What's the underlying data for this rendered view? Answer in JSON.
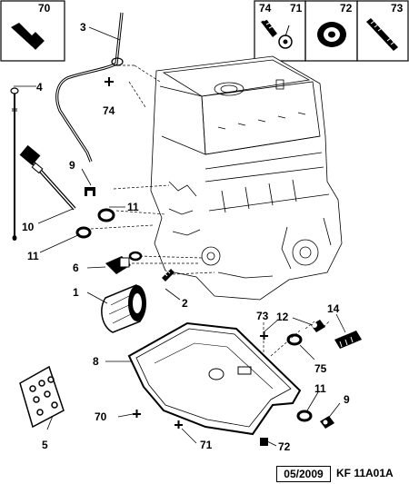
{
  "callouts": {
    "c1": "1",
    "c2": "2",
    "c3": "3",
    "c4": "4",
    "c5": "5",
    "c6": "6",
    "c8": "8",
    "c9a": "9",
    "c9b": "9",
    "c10": "10",
    "c11a": "11",
    "c11b": "11",
    "c11c": "11",
    "c12": "12",
    "c14": "14",
    "c70": "70",
    "c71": "71",
    "c72": "72",
    "c73": "73",
    "c74": "74",
    "c75": "75"
  },
  "boxes": {
    "box70": "70",
    "box74": "74",
    "box71": "71",
    "box72": "72",
    "box73": "73"
  },
  "footer": {
    "date": "05/2009",
    "code": "KF 11A01A"
  }
}
